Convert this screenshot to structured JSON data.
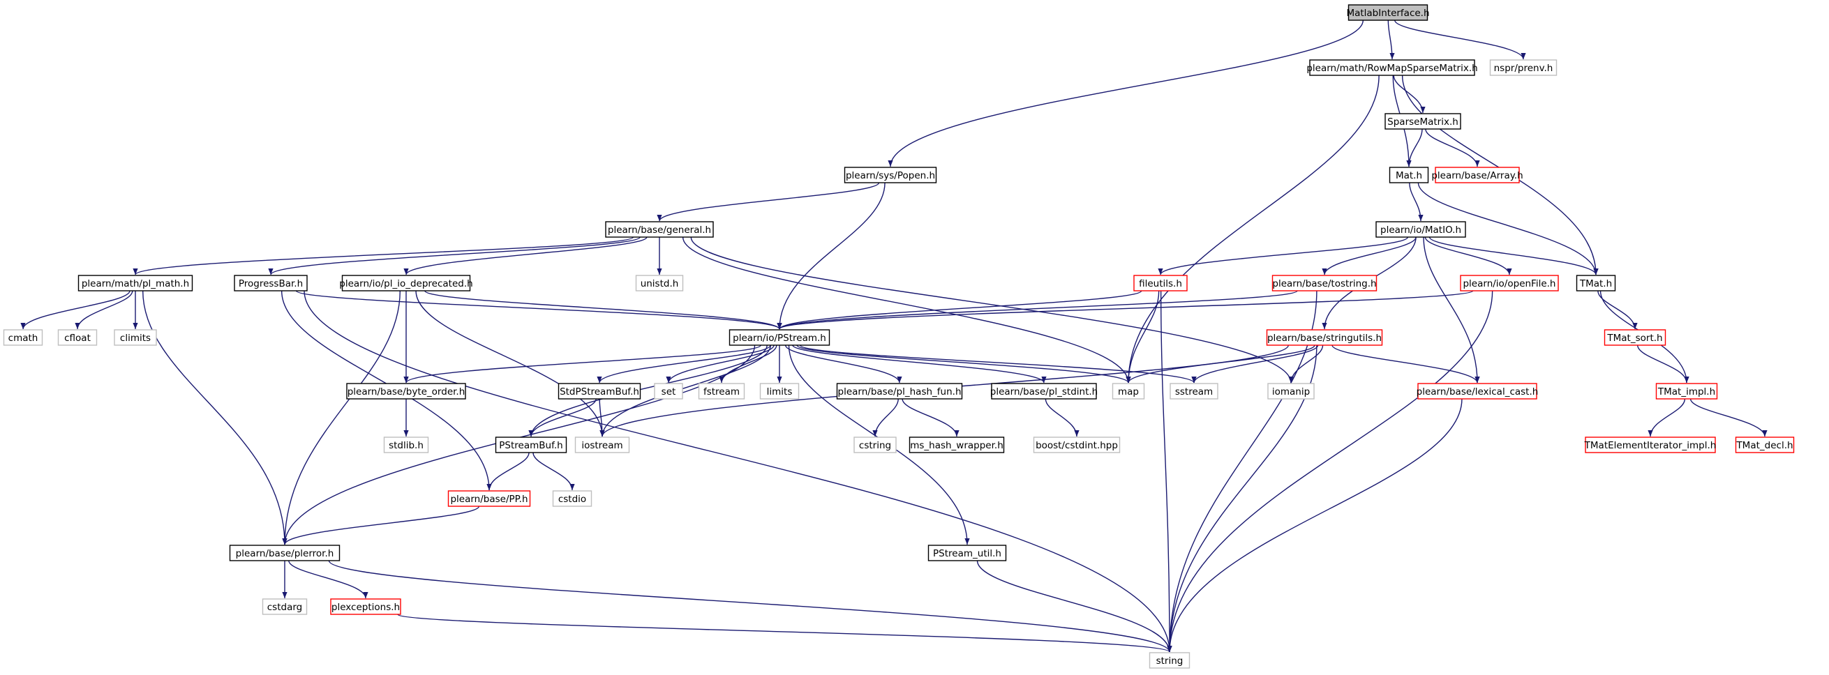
{
  "graph": {
    "colors": {
      "edge": "#191970",
      "root_fill": "#bfbfbf",
      "root_stroke": "#000000",
      "normal_stroke": "#000000",
      "truncated_stroke": "#ff0000",
      "system_stroke": "#bfbfbf",
      "node_fill": "#ffffff"
    },
    "nodes": [
      {
        "id": "root",
        "label": "MatlabInterface.h",
        "kind": "root"
      },
      {
        "id": "rowmap",
        "label": "plearn/math/RowMapSparseMatrix.h",
        "kind": "normal"
      },
      {
        "id": "prenv",
        "label": "nspr/prenv.h",
        "kind": "system"
      },
      {
        "id": "sparse",
        "label": "SparseMatrix.h",
        "kind": "normal"
      },
      {
        "id": "array",
        "label": "plearn/base/Array.h",
        "kind": "truncated"
      },
      {
        "id": "popen",
        "label": "plearn/sys/Popen.h",
        "kind": "normal"
      },
      {
        "id": "math",
        "label": "Mat.h",
        "kind": "normal"
      },
      {
        "id": "general",
        "label": "plearn/base/general.h",
        "kind": "normal"
      },
      {
        "id": "matio",
        "label": "plearn/io/MatIO.h",
        "kind": "normal"
      },
      {
        "id": "plmath",
        "label": "plearn/math/pl_math.h",
        "kind": "normal"
      },
      {
        "id": "progress",
        "label": "ProgressBar.h",
        "kind": "normal"
      },
      {
        "id": "iodep",
        "label": "plearn/io/pl_io_deprecated.h",
        "kind": "normal"
      },
      {
        "id": "unistd",
        "label": "unistd.h",
        "kind": "system"
      },
      {
        "id": "fileutils",
        "label": "fileutils.h",
        "kind": "truncated"
      },
      {
        "id": "tostring",
        "label": "plearn/base/tostring.h",
        "kind": "truncated"
      },
      {
        "id": "openfile",
        "label": "plearn/io/openFile.h",
        "kind": "truncated"
      },
      {
        "id": "tmat",
        "label": "TMat.h",
        "kind": "normal"
      },
      {
        "id": "cmath",
        "label": "cmath",
        "kind": "system"
      },
      {
        "id": "cfloat",
        "label": "cfloat",
        "kind": "system"
      },
      {
        "id": "climits",
        "label": "climits",
        "kind": "system"
      },
      {
        "id": "pstream",
        "label": "plearn/io/PStream.h",
        "kind": "normal"
      },
      {
        "id": "stringutils",
        "label": "plearn/base/stringutils.h",
        "kind": "truncated"
      },
      {
        "id": "tmatsort",
        "label": "TMat_sort.h",
        "kind": "truncated"
      },
      {
        "id": "byteorder",
        "label": "plearn/base/byte_order.h",
        "kind": "normal"
      },
      {
        "id": "stdpsb",
        "label": "StdPStreamBuf.h",
        "kind": "normal"
      },
      {
        "id": "set",
        "label": "set",
        "kind": "system"
      },
      {
        "id": "fstream",
        "label": "fstream",
        "kind": "system"
      },
      {
        "id": "limits",
        "label": "limits",
        "kind": "system"
      },
      {
        "id": "hashfun",
        "label": "plearn/base/pl_hash_fun.h",
        "kind": "normal"
      },
      {
        "id": "stdint",
        "label": "plearn/base/pl_stdint.h",
        "kind": "normal"
      },
      {
        "id": "map",
        "label": "map",
        "kind": "system"
      },
      {
        "id": "sstream",
        "label": "sstream",
        "kind": "system"
      },
      {
        "id": "iomanip",
        "label": "iomanip",
        "kind": "system"
      },
      {
        "id": "lexcast",
        "label": "plearn/base/lexical_cast.h",
        "kind": "truncated"
      },
      {
        "id": "tmatimpl",
        "label": "TMat_impl.h",
        "kind": "truncated"
      },
      {
        "id": "stdlib",
        "label": "stdlib.h",
        "kind": "system"
      },
      {
        "id": "cstring",
        "label": "cstring",
        "kind": "system"
      },
      {
        "id": "mshash",
        "label": "ms_hash_wrapper.h",
        "kind": "normal"
      },
      {
        "id": "boostcstdint",
        "label": "boost/cstdint.hpp",
        "kind": "system"
      },
      {
        "id": "psbuf",
        "label": "PStreamBuf.h",
        "kind": "normal"
      },
      {
        "id": "iostream",
        "label": "iostream",
        "kind": "system"
      },
      {
        "id": "tmateli",
        "label": "TMatElementIterator_impl.h",
        "kind": "truncated"
      },
      {
        "id": "tmatdecl",
        "label": "TMat_decl.h",
        "kind": "truncated"
      },
      {
        "id": "pp",
        "label": "plearn/base/PP.h",
        "kind": "truncated"
      },
      {
        "id": "cstdio",
        "label": "cstdio",
        "kind": "system"
      },
      {
        "id": "plerror",
        "label": "plearn/base/plerror.h",
        "kind": "normal"
      },
      {
        "id": "psutil",
        "label": "PStream_util.h",
        "kind": "normal"
      },
      {
        "id": "cstdarg",
        "label": "cstdarg",
        "kind": "system"
      },
      {
        "id": "plexc",
        "label": "plexceptions.h",
        "kind": "truncated"
      },
      {
        "id": "string",
        "label": "string",
        "kind": "system"
      }
    ],
    "edges": [
      {
        "from": "root",
        "to": "popen"
      },
      {
        "from": "root",
        "to": "rowmap"
      },
      {
        "from": "root",
        "to": "prenv"
      },
      {
        "from": "rowmap",
        "to": "map"
      },
      {
        "from": "rowmap",
        "to": "sparse"
      },
      {
        "from": "rowmap",
        "to": "math"
      },
      {
        "from": "rowmap",
        "to": "tmat"
      },
      {
        "from": "sparse",
        "to": "math"
      },
      {
        "from": "sparse",
        "to": "array"
      },
      {
        "from": "popen",
        "to": "general"
      },
      {
        "from": "popen",
        "to": "pstream"
      },
      {
        "from": "math",
        "to": "matio"
      },
      {
        "from": "math",
        "to": "tmat"
      },
      {
        "from": "general",
        "to": "plmath"
      },
      {
        "from": "general",
        "to": "progress"
      },
      {
        "from": "general",
        "to": "iodep"
      },
      {
        "from": "general",
        "to": "unistd"
      },
      {
        "from": "general",
        "to": "map"
      },
      {
        "from": "general",
        "to": "iomanip"
      },
      {
        "from": "matio",
        "to": "fileutils"
      },
      {
        "from": "matio",
        "to": "tostring"
      },
      {
        "from": "matio",
        "to": "openfile"
      },
      {
        "from": "matio",
        "to": "tmat"
      },
      {
        "from": "matio",
        "to": "stringutils"
      },
      {
        "from": "matio",
        "to": "lexcast"
      },
      {
        "from": "plmath",
        "to": "cmath"
      },
      {
        "from": "plmath",
        "to": "cfloat"
      },
      {
        "from": "plmath",
        "to": "climits"
      },
      {
        "from": "plmath",
        "to": "plerror"
      },
      {
        "from": "progress",
        "to": "pstream"
      },
      {
        "from": "progress",
        "to": "pp"
      },
      {
        "from": "progress",
        "to": "string"
      },
      {
        "from": "iodep",
        "to": "pstream"
      },
      {
        "from": "iodep",
        "to": "byteorder"
      },
      {
        "from": "iodep",
        "to": "iostream"
      },
      {
        "from": "iodep",
        "to": "plerror"
      },
      {
        "from": "fileutils",
        "to": "pstream"
      },
      {
        "from": "fileutils",
        "to": "map"
      },
      {
        "from": "fileutils",
        "to": "string"
      },
      {
        "from": "tostring",
        "to": "pstream"
      },
      {
        "from": "tostring",
        "to": "string"
      },
      {
        "from": "openfile",
        "to": "pstream"
      },
      {
        "from": "openfile",
        "to": "string"
      },
      {
        "from": "tmat",
        "to": "tmatsort"
      },
      {
        "from": "tmat",
        "to": "tmatimpl"
      },
      {
        "from": "pstream",
        "to": "byteorder"
      },
      {
        "from": "pstream",
        "to": "stdpsb"
      },
      {
        "from": "pstream",
        "to": "set"
      },
      {
        "from": "pstream",
        "to": "fstream"
      },
      {
        "from": "pstream",
        "to": "limits"
      },
      {
        "from": "pstream",
        "to": "hashfun"
      },
      {
        "from": "pstream",
        "to": "stdint"
      },
      {
        "from": "pstream",
        "to": "map"
      },
      {
        "from": "pstream",
        "to": "sstream"
      },
      {
        "from": "pstream",
        "to": "psbuf"
      },
      {
        "from": "pstream",
        "to": "plerror"
      },
      {
        "from": "pstream",
        "to": "psutil"
      },
      {
        "from": "pstream",
        "to": "iostream"
      },
      {
        "from": "stringutils",
        "to": "map"
      },
      {
        "from": "stringutils",
        "to": "sstream"
      },
      {
        "from": "stringutils",
        "to": "iomanip"
      },
      {
        "from": "stringutils",
        "to": "iostream"
      },
      {
        "from": "stringutils",
        "to": "lexcast"
      },
      {
        "from": "stringutils",
        "to": "string"
      },
      {
        "from": "tmatsort",
        "to": "tmatimpl"
      },
      {
        "from": "byteorder",
        "to": "stdlib"
      },
      {
        "from": "stdpsb",
        "to": "psbuf"
      },
      {
        "from": "stdpsb",
        "to": "iostream"
      },
      {
        "from": "hashfun",
        "to": "cstring"
      },
      {
        "from": "hashfun",
        "to": "mshash"
      },
      {
        "from": "stdint",
        "to": "boostcstdint"
      },
      {
        "from": "lexcast",
        "to": "string"
      },
      {
        "from": "tmatimpl",
        "to": "tmateli"
      },
      {
        "from": "tmatimpl",
        "to": "tmatdecl"
      },
      {
        "from": "psbuf",
        "to": "pp"
      },
      {
        "from": "psbuf",
        "to": "cstdio"
      },
      {
        "from": "pp",
        "to": "plerror"
      },
      {
        "from": "plerror",
        "to": "cstdarg"
      },
      {
        "from": "plerror",
        "to": "plexc"
      },
      {
        "from": "plerror",
        "to": "string"
      },
      {
        "from": "psutil",
        "to": "string"
      },
      {
        "from": "plexc",
        "to": "string"
      }
    ]
  }
}
